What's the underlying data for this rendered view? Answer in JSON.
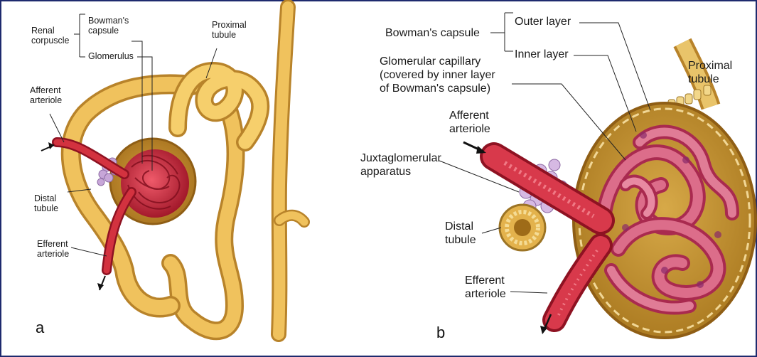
{
  "figure_a": {
    "panel_label": "a",
    "labels": {
      "renal_corpuscle": [
        "Renal",
        "corpuscle"
      ],
      "bowmans_capsule": [
        "Bowman's",
        "capsule"
      ],
      "glomerulus": "Glomerulus",
      "proximal_tubule": [
        "Proximal",
        "tubule"
      ],
      "afferent_arteriole": [
        "Afferent",
        "arteriole"
      ],
      "distal_tubule": [
        "Distal",
        "tubule"
      ],
      "efferent_arteriole": [
        "Efferent",
        "arteriole"
      ]
    }
  },
  "figure_b": {
    "panel_label": "b",
    "labels": {
      "bowmans_capsule": "Bowman's capsule",
      "outer_layer": "Outer layer",
      "inner_layer": "Inner layer",
      "glomerular_capillary": [
        "Glomerular capillary",
        "(covered by inner layer",
        "of Bowman's capsule)"
      ],
      "proximal_tubule": [
        "Proximal",
        "tubule"
      ],
      "afferent_arteriole": [
        "Afferent",
        "arteriole"
      ],
      "juxtaglomerular_apparatus": [
        "Juxtaglomerular",
        "apparatus"
      ],
      "distal_tubule": [
        "Distal",
        "tubule"
      ],
      "efferent_arteriole": [
        "Efferent",
        "arteriole"
      ]
    }
  },
  "colors": {
    "tubule": "#e8b54a",
    "tubule_dark": "#b8832a",
    "capillary": "#c8283a",
    "capillary_light": "#e0607a",
    "jg_cells": "#c7a6d8",
    "frame": "#1e2a6e"
  }
}
